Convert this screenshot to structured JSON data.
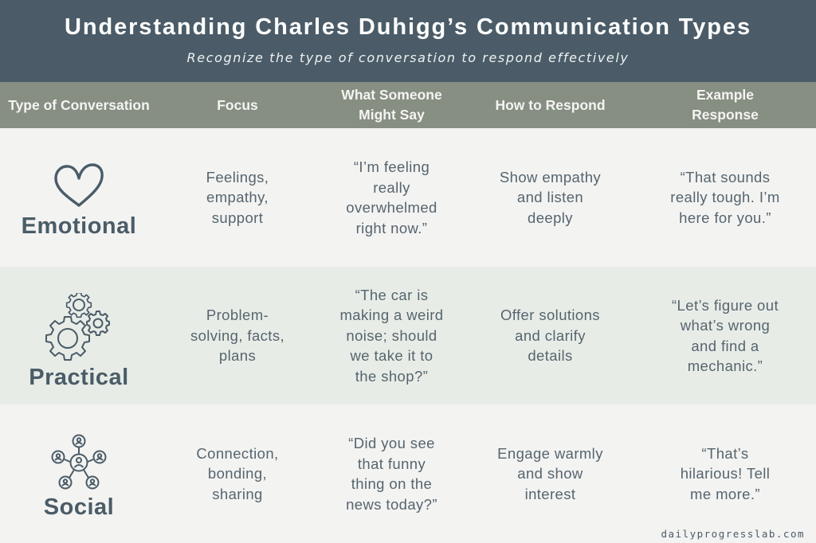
{
  "header": {
    "title": "Understanding Charles Duhigg’s Communication Types",
    "subtitle": "Recognize the type of conversation to respond effectively"
  },
  "table": {
    "columns": [
      "Type of Conversation",
      "Focus",
      "What Someone\nMight Say",
      "How to Respond",
      "Example\nResponse"
    ],
    "rows": [
      {
        "type": "Emotional",
        "icon": "heart-icon",
        "focus": "Feelings,\nempathy,\nsupport",
        "might_say": "“I’m feeling\nreally\noverwhelmed\nright now.”",
        "how_to_respond": "Show empathy\nand listen\ndeeply",
        "example_response": "“That sounds\nreally tough. I’m\nhere for you.”"
      },
      {
        "type": "Practical",
        "icon": "gears-icon",
        "focus": "Problem-\nsolving, facts,\nplans",
        "might_say": "“The car is\nmaking a weird\nnoise; should\nwe take it to\nthe shop?”",
        "how_to_respond": "Offer solutions\nand clarify\ndetails",
        "example_response": "“Let’s figure out\nwhat’s wrong\nand find a\nmechanic.”"
      },
      {
        "type": "Social",
        "icon": "network-people-icon",
        "focus": "Connection,\nbonding,\nsharing",
        "might_say": "“Did you see\nthat funny\nthing on the\nnews today?”",
        "how_to_respond": "Engage warmly\nand show\ninterest",
        "example_response": "“That’s\nhilarious! Tell\nme more.”"
      }
    ]
  },
  "footer": {
    "credit": "dailyprogresslab.com"
  },
  "colors": {
    "title_bar": "#4b5c68",
    "header_row": "#878e82",
    "row_light": "#f3f3f2",
    "row_tinted": "#e8ece7",
    "text": "#4a5c67"
  }
}
